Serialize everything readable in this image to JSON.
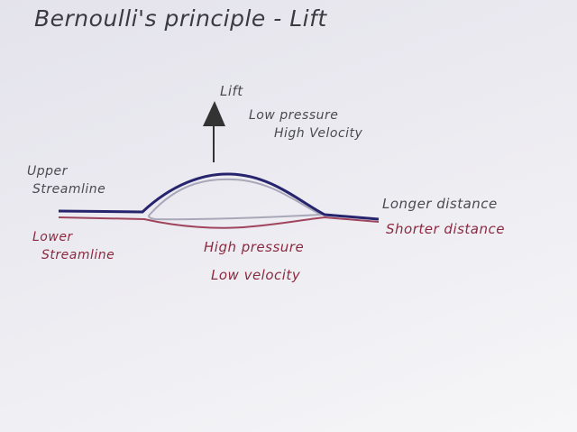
{
  "title": "Bernoulli's principle - Lift",
  "labels": {
    "lift": "Lift",
    "top_pressure": "Low pressure",
    "top_velocity": "High Velocity",
    "upper_1": "Upper",
    "upper_2": "Streamline",
    "lower_1": "Lower",
    "lower_2": "Streamline",
    "bottom_pressure": "High pressure",
    "bottom_velocity": "Low velocity",
    "longer": "Longer distance",
    "shorter": "Shorter distance"
  },
  "colors": {
    "upper": "#27246e",
    "lower": "#a0455e",
    "airfoil": "#a8a8b8",
    "ink": "#3a3a40"
  }
}
